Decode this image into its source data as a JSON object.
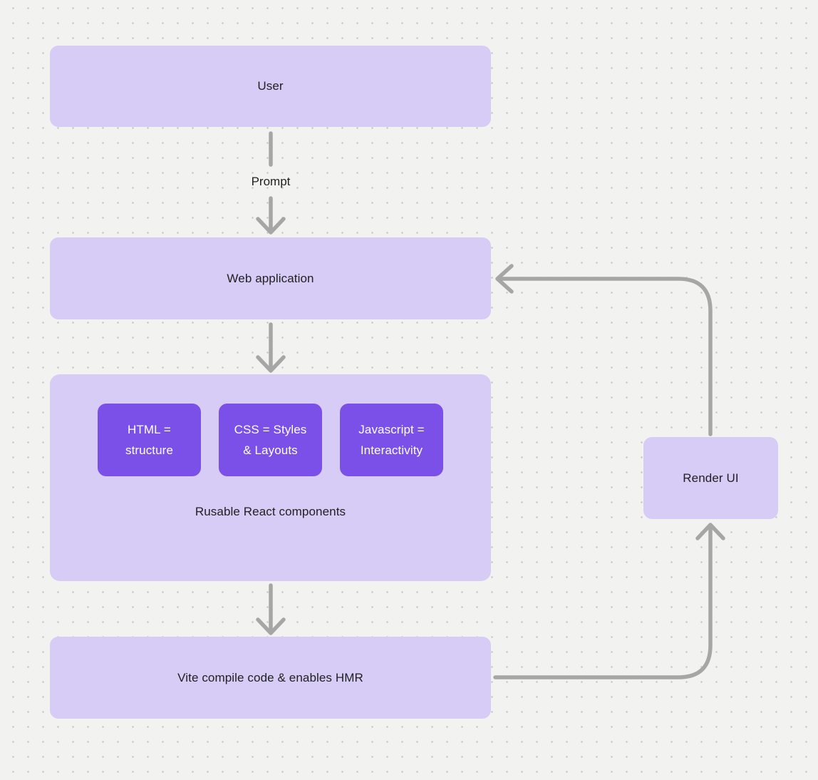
{
  "canvas": {
    "background_color": "#f2f2f0",
    "dot_color": "#c8c8c6",
    "node_fill_color": "#d7ccf5",
    "chip_fill_color": "#7b50e9",
    "arrow_color": "#a6a6a6",
    "text_color": "#212121",
    "chip_text_color": "#ffffff"
  },
  "nodes": {
    "user": {
      "label": "User"
    },
    "web_application": {
      "label": "Web application"
    },
    "components_group": {
      "label": "Rusable React components",
      "chips": [
        {
          "line1": "HTML =",
          "line2": "structure"
        },
        {
          "line1": "CSS = Styles",
          "line2": "& Layouts"
        },
        {
          "line1": "Javascript =",
          "line2": "Interactivity"
        }
      ]
    },
    "vite": {
      "label": "Vite compile code & enables HMR"
    },
    "render_ui": {
      "label": "Render UI"
    }
  },
  "edges": {
    "prompt_label": "Prompt"
  }
}
